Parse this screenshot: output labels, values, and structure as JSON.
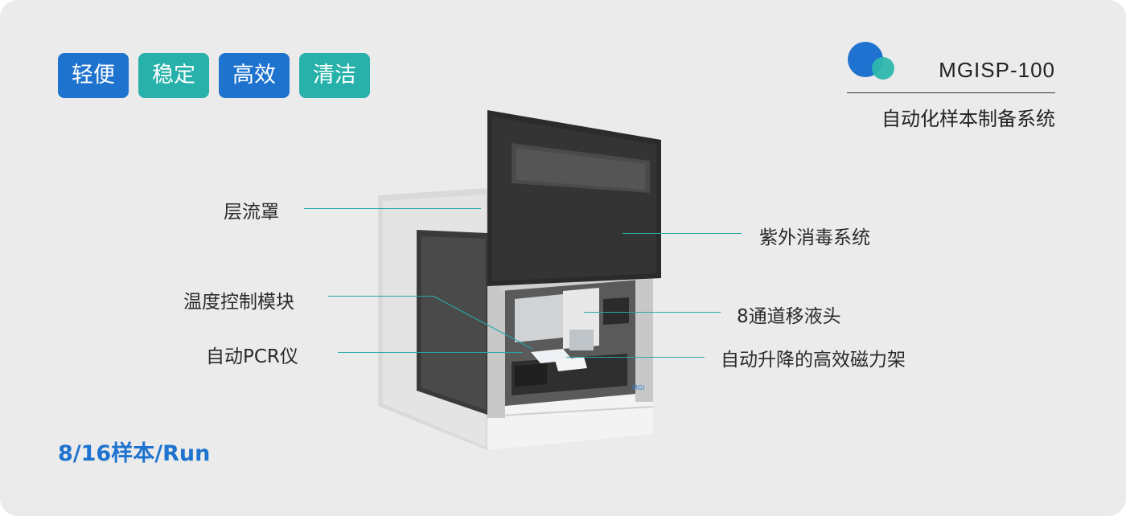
{
  "tags": [
    {
      "label": "轻便",
      "color": "#1e73cf"
    },
    {
      "label": "稳定",
      "color": "#27b1aa"
    },
    {
      "label": "高效",
      "color": "#1e73cf"
    },
    {
      "label": "清洁",
      "color": "#27b1aa"
    }
  ],
  "brand": {
    "model": "MGISP-100",
    "subtitle": "自动化样本制备系统",
    "colors": {
      "primary": "#1f72cf",
      "secondary": "#2eb7ad"
    }
  },
  "callouts": {
    "laminar_hood": "层流罩",
    "uv_system": "紫外消毒系统",
    "temp_module": "温度控制模块",
    "pipette_head": "8通道移液头",
    "pcr": "自动PCR仪",
    "magnetic_rack": "自动升降的高效磁力架"
  },
  "throughput": "8/16样本/Run",
  "accent_line_color": "#2aa7a7"
}
